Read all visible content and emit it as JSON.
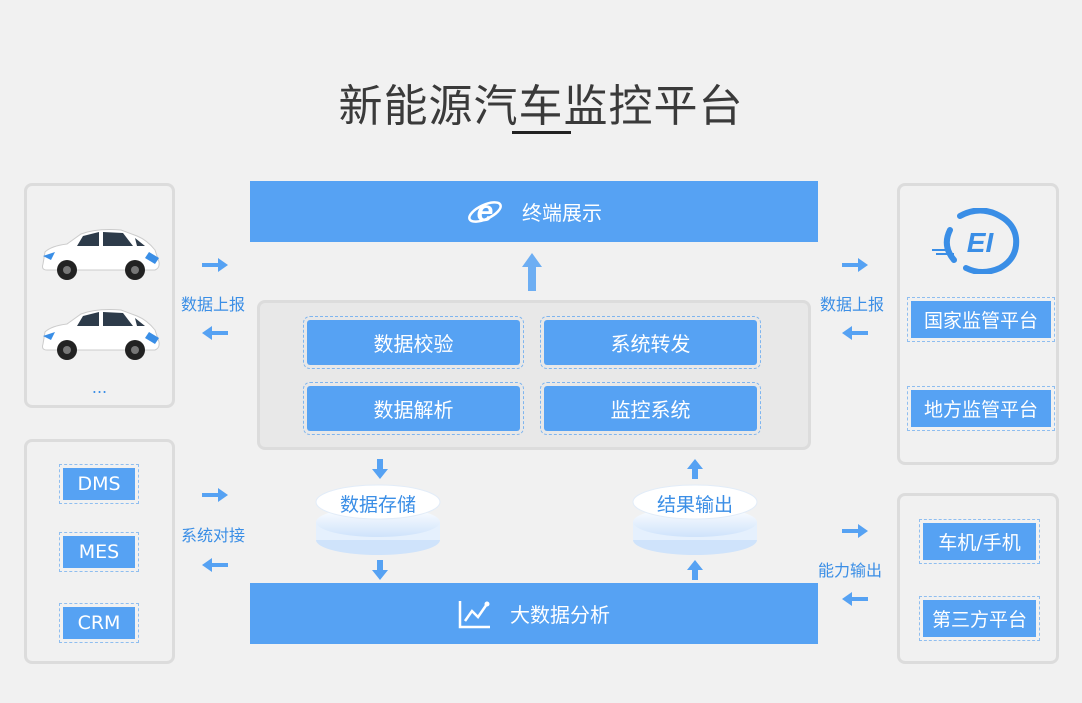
{
  "title": "新能源汽车监控平台",
  "top_bar": {
    "label": "终端展示",
    "icon": "ie-browser-icon"
  },
  "bottom_bar": {
    "label": "大数据分析",
    "icon": "line-chart-icon"
  },
  "core_modules": [
    "数据校验",
    "系统转发",
    "数据解析",
    "监控系统"
  ],
  "storage": {
    "left": "数据存储",
    "right": "结果输出"
  },
  "left_vehicles": {
    "more": "..."
  },
  "left_systems": [
    "DMS",
    "MES",
    "CRM"
  ],
  "right_regulators": {
    "logo_icon": "regulator-logo-icon",
    "items": [
      "国家监管平台",
      "地方监管平台"
    ]
  },
  "right_outputs": [
    "车机/手机",
    "第三方平台"
  ],
  "labels": {
    "left_upload": "数据上报",
    "right_upload": "数据上报",
    "system_dock": "系统对接",
    "capability_output": "能力输出"
  },
  "colors": {
    "accent": "#56a2f3",
    "label": "#3a8ee6",
    "panel_border": "#dcdcdc",
    "background": "#f1f1f1"
  }
}
